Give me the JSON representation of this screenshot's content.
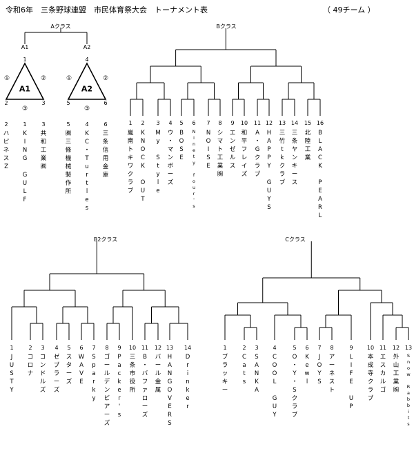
{
  "title": "令和6年　三条野球連盟　市民体育祭大会　トーナメント表",
  "team_count": "（ 49チーム ）",
  "a_class": {
    "label": "Aクラス",
    "a1_label": "A1",
    "a2_label": "A2",
    "a1": {
      "name": "A1",
      "top": "1",
      "left": "2",
      "right": "3",
      "m1": "①",
      "m2": "②",
      "m3": "③"
    },
    "a2": {
      "name": "A2",
      "top": "4",
      "left": "5",
      "right": "6",
      "m1": "①",
      "m2": "②",
      "m3": "③"
    },
    "teams": [
      {
        "num": "2",
        "name": "ハピネスZ"
      },
      {
        "num": "1",
        "name": "KING GULF"
      },
      {
        "num": "3",
        "name": "共和工業㈱"
      },
      {
        "num": "5",
        "name": "㈱三條機械製作所"
      },
      {
        "num": "4",
        "name": "KC・Turtles"
      },
      {
        "num": "6",
        "name": "三条信用金庫"
      }
    ]
  },
  "b_class": {
    "label": "Bクラス",
    "teams": [
      {
        "num": "1",
        "name": "嵐南トキワクラブ"
      },
      {
        "num": "2",
        "name": "KNOCK OUT"
      },
      {
        "num": "3",
        "name": "My Style"
      },
      {
        "num": "4",
        "name": "ウ・マンボーズ"
      },
      {
        "num": "5",
        "name": "BOSE"
      },
      {
        "num": "6",
        "name": "Ninety four's"
      },
      {
        "num": "7",
        "name": "NOISE"
      },
      {
        "num": "8",
        "name": "シマト工業㈱"
      },
      {
        "num": "9",
        "name": "エンゼルス"
      },
      {
        "num": "10",
        "name": "和平フレイズ"
      },
      {
        "num": "11",
        "name": "A・Gクラブ"
      },
      {
        "num": "12",
        "name": "HAPPY GUYS"
      },
      {
        "num": "13",
        "name": "三竹tkクラブ"
      },
      {
        "num": "14",
        "name": "三条ヤンキース"
      },
      {
        "num": "15",
        "name": "北陸工業"
      },
      {
        "num": "16",
        "name": "BLACK PEARL"
      }
    ]
  },
  "b2_class": {
    "label": "B2クラス",
    "teams": [
      {
        "num": "1",
        "name": "JUSTY"
      },
      {
        "num": "2",
        "name": "コロナ"
      },
      {
        "num": "3",
        "name": "コンドルズ"
      },
      {
        "num": "4",
        "name": "ゼブラーズ"
      },
      {
        "num": "5",
        "name": "スターズ"
      },
      {
        "num": "6",
        "name": "WAVE"
      },
      {
        "num": "7",
        "name": "Sparky"
      },
      {
        "num": "8",
        "name": "ゴールデンビアーズ"
      },
      {
        "num": "9",
        "name": "Packer's"
      },
      {
        "num": "10",
        "name": "三条市役所"
      },
      {
        "num": "11",
        "name": "B・バファローズ"
      },
      {
        "num": "12",
        "name": "バール金属"
      },
      {
        "num": "13",
        "name": "HANGOVERS"
      },
      {
        "num": "14",
        "name": "Drinker"
      }
    ]
  },
  "c_class": {
    "label": "Cクラス",
    "teams": [
      {
        "num": "1",
        "name": "ブラッキー"
      },
      {
        "num": "2",
        "name": "Cats"
      },
      {
        "num": "3",
        "name": "SANKA"
      },
      {
        "num": "4",
        "name": "COOL GUY"
      },
      {
        "num": "5",
        "name": "O・Y・Sクラブ"
      },
      {
        "num": "6",
        "name": "Kewl"
      },
      {
        "num": "7",
        "name": "JOYS"
      },
      {
        "num": "8",
        "name": "アーネスト"
      },
      {
        "num": "9",
        "name": "LIFE UP"
      },
      {
        "num": "10",
        "name": "本成寺クラブ"
      },
      {
        "num": "11",
        "name": "エスカルゴ"
      },
      {
        "num": "12",
        "name": "外山工業㈱"
      },
      {
        "num": "13",
        "name": "Snow Rabbits"
      }
    ]
  }
}
